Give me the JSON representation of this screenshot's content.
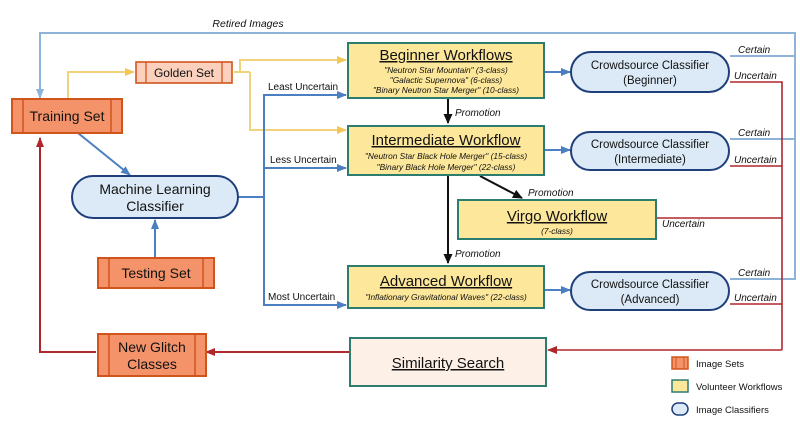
{
  "image_sets": {
    "training_set": "Training Set",
    "golden_set": "Golden Set",
    "testing_set": "Testing Set",
    "new_glitch_line1": "New Glitch",
    "new_glitch_line2": "Classes"
  },
  "ml_classifier": {
    "line1": "Machine Learning",
    "line2": "Classifier"
  },
  "workflows": {
    "beginner": {
      "title": "Beginner Workflows",
      "lines": [
        "\"Neutron Star Mountain\" (3-class)",
        "\"Galactic Supernova\" (6-class)",
        "\"Binary Neutron Star Merger\" (10-class)"
      ]
    },
    "intermediate": {
      "title": "Intermediate Workflow",
      "lines": [
        "\"Neutron Star Black Hole Merger\" (15-class)",
        "\"Binary Black Hole Merger\" (22-class)"
      ]
    },
    "virgo": {
      "title": "Virgo Workflow",
      "lines": [
        "(7-class)"
      ]
    },
    "advanced": {
      "title": "Advanced Workflow",
      "lines": [
        "\"Inflationary Gravitational Waves\" (22-class)"
      ]
    }
  },
  "crowdsource": {
    "beginner": [
      "Crowdsource Classifier",
      "(Beginner)"
    ],
    "intermediate": [
      "Crowdsource Classifier",
      "(Intermediate)"
    ],
    "advanced": [
      "Crowdsource Classifier",
      "(Advanced)"
    ]
  },
  "similarity_search": "Similarity Search",
  "edge_labels": {
    "retired_images": "Retired Images",
    "least_uncertain": "Least Uncertain",
    "less_uncertain": "Less Uncertain",
    "most_uncertain": "Most Uncertain",
    "promotion": "Promotion",
    "certain": "Certain",
    "uncertain": "Uncertain"
  },
  "legend": {
    "image_sets": "Image Sets",
    "volunteer_workflows": "Volunteer Workflows",
    "image_classifiers": "Image Classifiers"
  },
  "colors": {
    "orange_fill": "#f4936a",
    "orange_stroke": "#d2541d",
    "yellow_fill": "#fde79b",
    "green_stroke": "#2d7d6e",
    "blue_fill": "#dbeaf6",
    "blue_stroke": "#1f3f7a",
    "blue_arrow": "#4a7fc1",
    "yellow_arrow": "#f2d27a",
    "red_arrow": "#b0262d",
    "light_blue_line": "#8eb3d9"
  }
}
